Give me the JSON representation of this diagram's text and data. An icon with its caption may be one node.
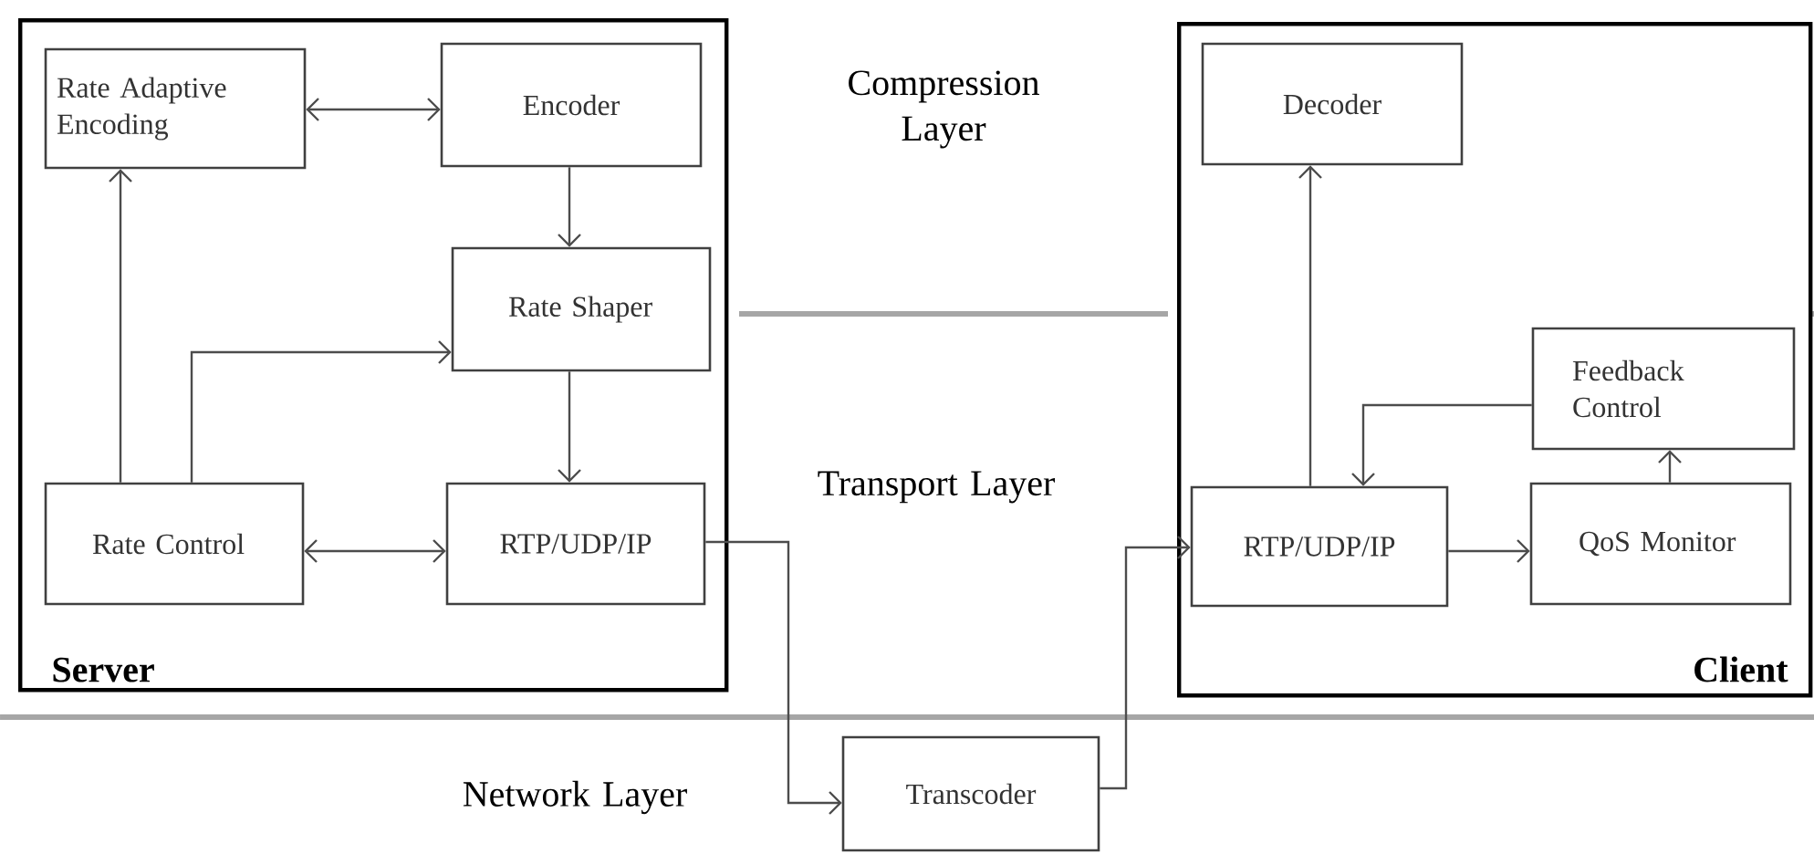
{
  "diagram": {
    "nodes": [
      {
        "text": [
          "Server"
        ]
      },
      {
        "text": [
          "Rate Adaptive Encoding"
        ],
        "in": 0
      },
      {
        "text": [
          "Encoder"
        ],
        "in": 0
      },
      {
        "text": [
          "Rate Shaper"
        ],
        "in": 0
      },
      {
        "text": [
          "Rate Control"
        ],
        "in": 0
      },
      {
        "text": [
          "RTP/UDP/IP"
        ],
        "in": 0
      },
      {
        "text": [
          "Client"
        ]
      },
      {
        "text": [
          "Decoder"
        ],
        "in": 6
      },
      {
        "text": [
          "Feedback Control"
        ],
        "in": 6
      },
      {
        "text": [
          "RTP/UDP/IP"
        ],
        "in": 6
      },
      {
        "text": [
          "QoS Monitor"
        ],
        "in": 6
      },
      {
        "text": [
          "Transcoder"
        ]
      }
    ],
    "edges": [
      {
        "from": 1,
        "to": 2,
        "arrow": "both"
      },
      {
        "from": 2,
        "to": 3,
        "arrow": "to"
      },
      {
        "from": 3,
        "to": 5,
        "arrow": "to"
      },
      {
        "from": 4,
        "to": 1,
        "arrow": "to"
      },
      {
        "from": 4,
        "to": 3,
        "arrow": "to"
      },
      {
        "from": 4,
        "to": 5,
        "arrow": "both"
      },
      {
        "from": 5,
        "to": 11,
        "arrow": "to"
      },
      {
        "from": 11,
        "to": 9,
        "arrow": "to"
      },
      {
        "from": 9,
        "to": 7,
        "arrow": "to"
      },
      {
        "from": 8,
        "to": 9,
        "arrow": "to"
      },
      {
        "from": 9,
        "to": 10,
        "arrow": "to"
      },
      {
        "from": 10,
        "to": 8,
        "arrow": "to"
      }
    ],
    "labels": [
      "Compression Layer",
      "Transport Layer",
      "Network Layer"
    ]
  }
}
